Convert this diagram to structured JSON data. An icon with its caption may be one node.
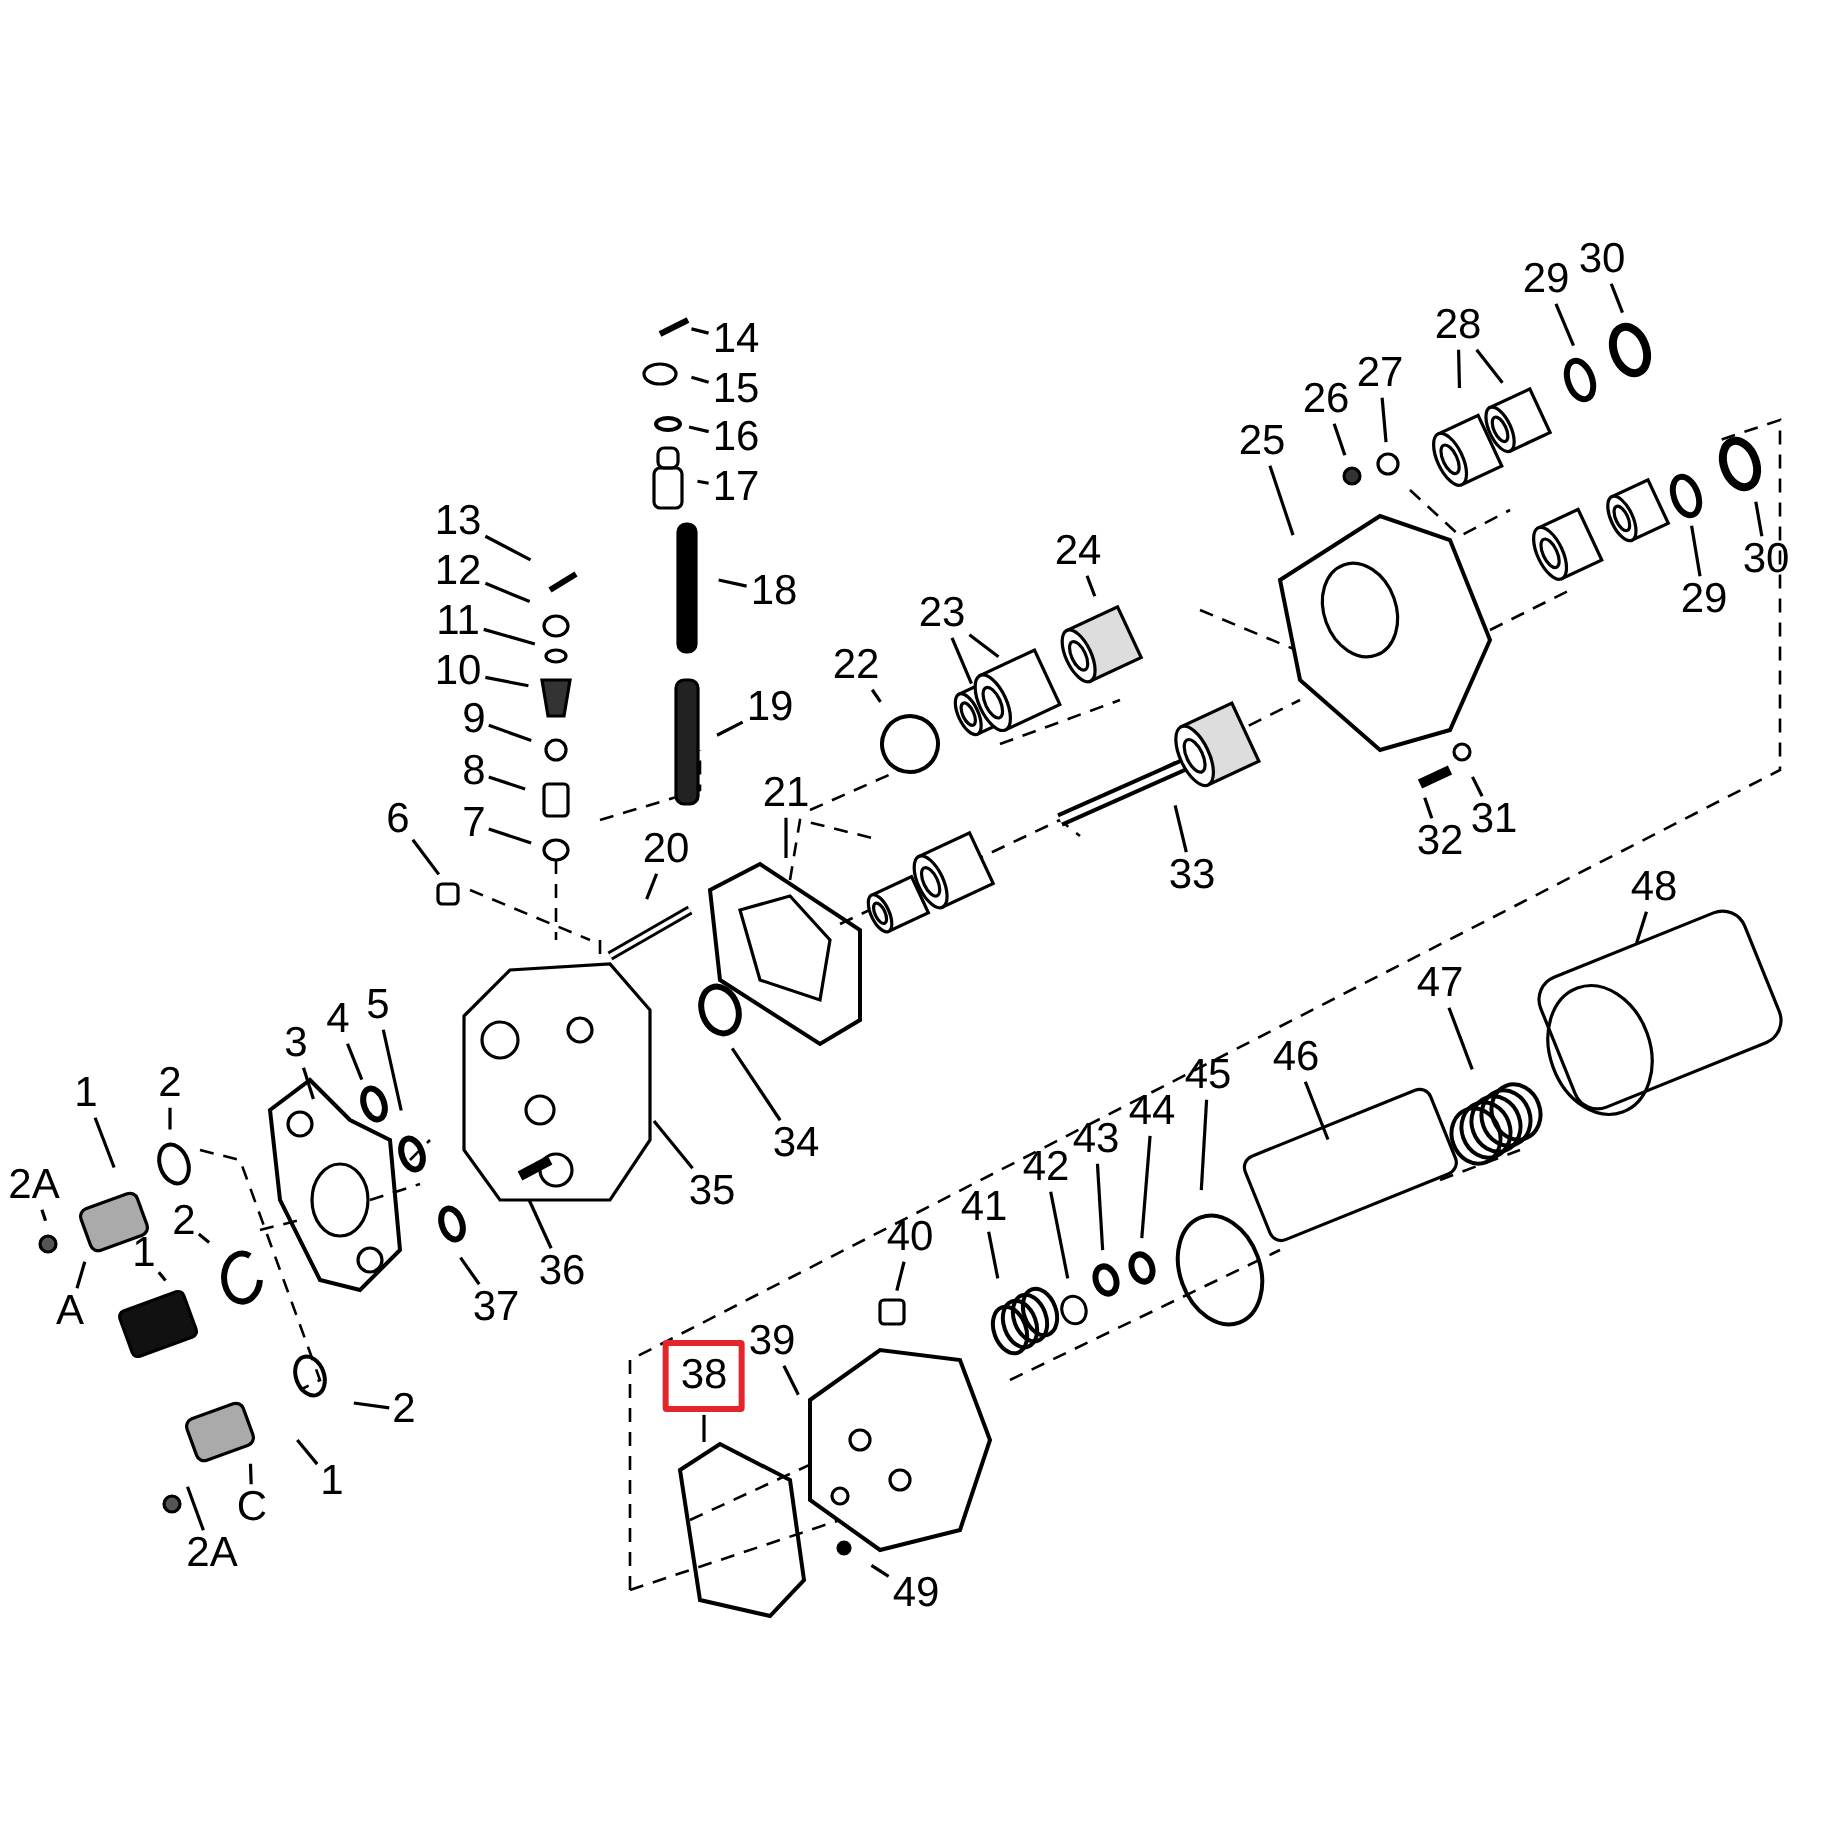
{
  "diagram": {
    "nodes": [
      {
        "text": [
          "14"
        ]
      },
      {
        "text": [
          "15"
        ]
      },
      {
        "text": [
          "16"
        ]
      },
      {
        "text": [
          "17"
        ]
      },
      {
        "text": [
          "18"
        ]
      },
      {
        "text": [
          "19"
        ]
      },
      {
        "text": [
          "13"
        ]
      },
      {
        "text": [
          "12"
        ]
      },
      {
        "text": [
          "11"
        ]
      },
      {
        "text": [
          "10"
        ]
      },
      {
        "text": [
          "9"
        ]
      },
      {
        "text": [
          "8"
        ]
      },
      {
        "text": [
          "7"
        ]
      },
      {
        "text": [
          "6"
        ]
      },
      {
        "text": [
          "20"
        ]
      },
      {
        "text": [
          "21"
        ]
      },
      {
        "text": [
          "22"
        ]
      },
      {
        "text": [
          "23"
        ]
      },
      {
        "text": [
          "24"
        ]
      },
      {
        "text": [
          "25"
        ]
      },
      {
        "text": [
          "26"
        ]
      },
      {
        "text": [
          "27"
        ]
      },
      {
        "text": [
          "28"
        ]
      },
      {
        "text": [
          "29"
        ]
      },
      {
        "text": [
          "30"
        ]
      },
      {
        "text": [
          "29"
        ]
      },
      {
        "text": [
          "30"
        ]
      },
      {
        "text": [
          "32"
        ]
      },
      {
        "text": [
          "31"
        ]
      },
      {
        "text": [
          "33"
        ]
      },
      {
        "text": [
          "3"
        ]
      },
      {
        "text": [
          "4"
        ]
      },
      {
        "text": [
          "5"
        ]
      },
      {
        "text": [
          "1"
        ]
      },
      {
        "text": [
          "2"
        ]
      },
      {
        "text": [
          "2A"
        ]
      },
      {
        "text": [
          "2"
        ]
      },
      {
        "text": [
          "A"
        ]
      },
      {
        "text": [
          "1"
        ]
      },
      {
        "text": [
          "2"
        ]
      },
      {
        "text": [
          "1"
        ]
      },
      {
        "text": [
          "C"
        ]
      },
      {
        "text": [
          "2A"
        ]
      },
      {
        "text": [
          "34"
        ]
      },
      {
        "text": [
          "35"
        ]
      },
      {
        "text": [
          "36"
        ]
      },
      {
        "text": [
          "37"
        ]
      },
      {
        "text": [
          "48"
        ]
      },
      {
        "text": [
          "47"
        ]
      },
      {
        "text": [
          "46"
        ]
      },
      {
        "text": [
          "45"
        ]
      },
      {
        "text": [
          "44"
        ]
      },
      {
        "text": [
          "43"
        ]
      },
      {
        "text": [
          "42"
        ]
      },
      {
        "text": [
          "41"
        ]
      },
      {
        "text": [
          "40"
        ]
      },
      {
        "text": [
          "39"
        ]
      },
      {
        "text": [
          "38"
        ]
      },
      {
        "text": [
          "49"
        ]
      }
    ],
    "edges": [
      {
        "from": 0,
        "to": null,
        "arrow": "none"
      },
      {
        "from": 1,
        "to": null,
        "arrow": "none"
      },
      {
        "from": 2,
        "to": null,
        "arrow": "none"
      },
      {
        "from": 3,
        "to": null,
        "arrow": "none"
      },
      {
        "from": 4,
        "to": null,
        "arrow": "none"
      },
      {
        "from": 5,
        "to": null,
        "arrow": "none"
      },
      {
        "from": 6,
        "to": null,
        "arrow": "none"
      },
      {
        "from": 7,
        "to": null,
        "arrow": "none"
      },
      {
        "from": 8,
        "to": null,
        "arrow": "none"
      },
      {
        "from": 9,
        "to": null,
        "arrow": "none"
      },
      {
        "from": 10,
        "to": null,
        "arrow": "none"
      },
      {
        "from": 11,
        "to": null,
        "arrow": "none"
      },
      {
        "from": 12,
        "to": null,
        "arrow": "none"
      },
      {
        "from": 13,
        "to": null,
        "arrow": "none"
      },
      {
        "from": 14,
        "to": null,
        "arrow": "none"
      },
      {
        "from": 15,
        "to": null,
        "arrow": "none"
      },
      {
        "from": 16,
        "to": null,
        "arrow": "none"
      },
      {
        "from": 17,
        "to": null,
        "arrow": "none"
      },
      {
        "from": 17,
        "to": null,
        "arrow": "none"
      },
      {
        "from": 18,
        "to": null,
        "arrow": "none"
      },
      {
        "from": 19,
        "to": null,
        "arrow": "none"
      },
      {
        "from": 20,
        "to": null,
        "arrow": "none"
      },
      {
        "from": 21,
        "to": null,
        "arrow": "none"
      },
      {
        "from": 22,
        "to": null,
        "arrow": "none"
      },
      {
        "from": 22,
        "to": null,
        "arrow": "none"
      },
      {
        "from": 23,
        "to": null,
        "arrow": "none"
      },
      {
        "from": 24,
        "to": null,
        "arrow": "none"
      },
      {
        "from": 25,
        "to": null,
        "arrow": "none"
      },
      {
        "from": 26,
        "to": null,
        "arrow": "none"
      },
      {
        "from": 27,
        "to": null,
        "arrow": "none"
      },
      {
        "from": 28,
        "to": null,
        "arrow": "none"
      },
      {
        "from": 29,
        "to": null,
        "arrow": "none"
      },
      {
        "from": 30,
        "to": null,
        "arrow": "none"
      },
      {
        "from": 31,
        "to": null,
        "arrow": "none"
      },
      {
        "from": 32,
        "to": null,
        "arrow": "none"
      },
      {
        "from": 33,
        "to": null,
        "arrow": "none"
      },
      {
        "from": 34,
        "to": null,
        "arrow": "none"
      },
      {
        "from": 35,
        "to": null,
        "arrow": "none"
      },
      {
        "from": 36,
        "to": null,
        "arrow": "none"
      },
      {
        "from": 37,
        "to": null,
        "arrow": "none"
      },
      {
        "from": 38,
        "to": null,
        "arrow": "none"
      },
      {
        "from": 39,
        "to": null,
        "arrow": "none"
      },
      {
        "from": 40,
        "to": null,
        "arrow": "none"
      },
      {
        "from": 41,
        "to": null,
        "arrow": "none"
      },
      {
        "from": 42,
        "to": null,
        "arrow": "none"
      },
      {
        "from": 43,
        "to": null,
        "arrow": "none"
      },
      {
        "from": 44,
        "to": null,
        "arrow": "none"
      },
      {
        "from": 45,
        "to": null,
        "arrow": "none"
      },
      {
        "from": 46,
        "to": null,
        "arrow": "none"
      },
      {
        "from": 47,
        "to": null,
        "arrow": "none"
      },
      {
        "from": 48,
        "to": null,
        "arrow": "none"
      },
      {
        "from": 49,
        "to": null,
        "arrow": "none"
      },
      {
        "from": 50,
        "to": null,
        "arrow": "none"
      },
      {
        "from": 51,
        "to": null,
        "arrow": "none"
      },
      {
        "from": 52,
        "to": null,
        "arrow": "none"
      },
      {
        "from": 53,
        "to": null,
        "arrow": "none"
      },
      {
        "from": 54,
        "to": null,
        "arrow": "none"
      },
      {
        "from": 55,
        "to": null,
        "arrow": "none"
      },
      {
        "from": 56,
        "to": null,
        "arrow": "none"
      },
      {
        "from": 57,
        "to": null,
        "arrow": "none"
      },
      {
        "from": 58,
        "to": null,
        "arrow": "none"
      }
    ]
  }
}
